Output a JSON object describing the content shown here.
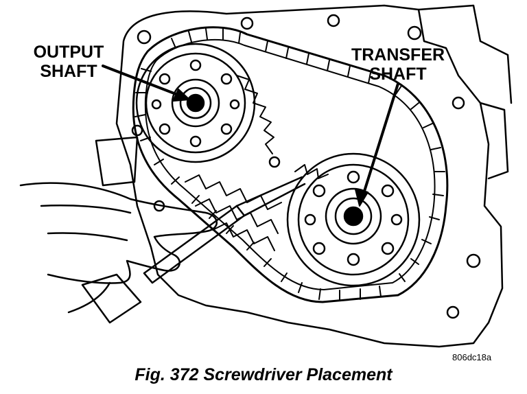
{
  "callouts": {
    "output_line1": "OUTPUT",
    "output_line2": "SHAFT",
    "transfer_line1": "TRANSFER",
    "transfer_line2": "SHAFT"
  },
  "figure_id": "806dc18a",
  "caption": "Fig. 372 Screwdriver Placement",
  "colors": {
    "ink": "#000000",
    "paper": "#ffffff"
  }
}
